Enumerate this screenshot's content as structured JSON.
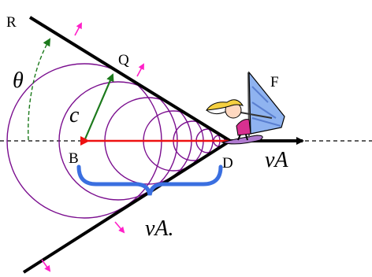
{
  "labels": {
    "R": "R",
    "Q": "Q",
    "F": "F",
    "B": "B",
    "D": "D",
    "theta": "θ",
    "c": "c",
    "vA_right": "vA",
    "vA_bottom": "vA."
  },
  "colors": {
    "circle": "#7b0f8f",
    "wave_front_arrow": "#ff20c8",
    "velocity_arrow_red": "#ee1111",
    "c_arrow": "#1c7a1c",
    "brace": "#3a6fe0",
    "line": "#000000",
    "sail": "#8fb3f0",
    "sail_stripe": "#5a7fd0",
    "hair": "#f5d040",
    "skin": "#ffd8c0",
    "shirt": "#d83090",
    "board": "#b07ad0"
  },
  "icons": {
    "sailboard": "windsurfer-icon"
  }
}
